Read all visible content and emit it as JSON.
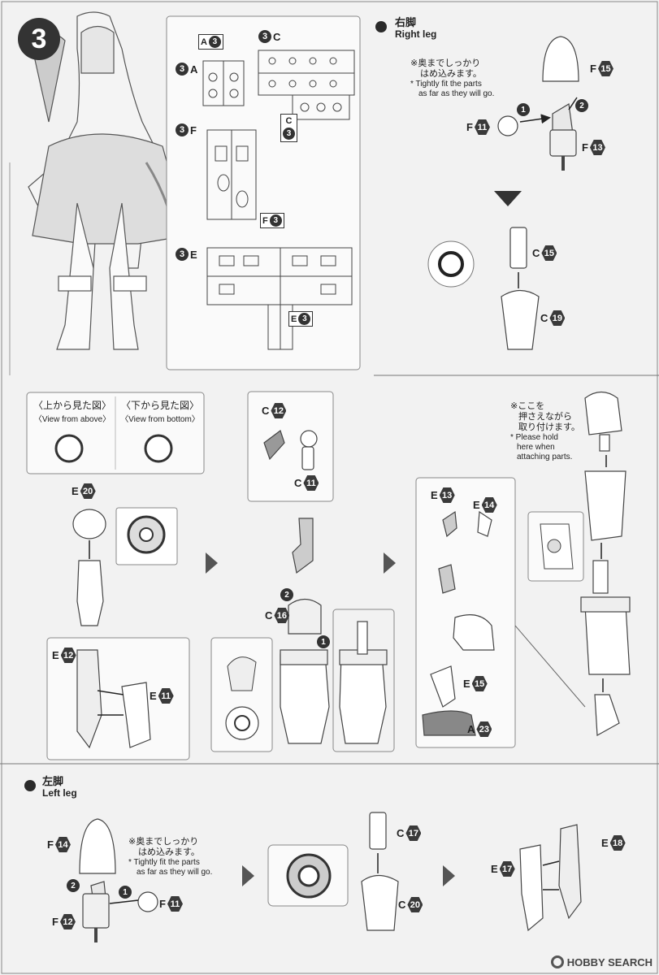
{
  "step_number": "3",
  "right_leg": {
    "title_jp": "右脚",
    "title_en": "Right leg"
  },
  "left_leg": {
    "title_jp": "左脚",
    "title_en": "Left leg"
  },
  "fit_note": {
    "jp_line1": "※奥までしっかり",
    "jp_line2": "はめ込みます。",
    "en_line1": "* Tightly fit the parts",
    "en_line2": "as far as they will go."
  },
  "hold_note": {
    "jp_line1": "※ここを",
    "jp_line2": "押さえながら",
    "jp_line3": "取り付けます。",
    "en_line1": "* Please hold",
    "en_line2": "here when",
    "en_line3": "attaching parts."
  },
  "view_above": {
    "jp": "〈上から見た図〉",
    "en": "〈View from above〉"
  },
  "view_bottom": {
    "jp": "〈下から見た図〉",
    "en": "〈View from bottom〉"
  },
  "runners": {
    "a": {
      "letter": "A",
      "num": "3"
    },
    "c": {
      "letter": "C",
      "num": "3"
    },
    "f": {
      "letter": "F",
      "num": "3"
    },
    "e": {
      "letter": "E",
      "num": "3"
    }
  },
  "runner_boxes": {
    "a": {
      "letter": "A",
      "num": "3"
    },
    "c": {
      "letter": "C",
      "num": "3"
    },
    "f": {
      "letter": "F",
      "num": "3"
    },
    "e": {
      "letter": "E",
      "num": "3"
    }
  },
  "parts": {
    "f15": {
      "letter": "F",
      "num": "15"
    },
    "f11a": {
      "letter": "F",
      "num": "11"
    },
    "f13": {
      "letter": "F",
      "num": "13"
    },
    "c15": {
      "letter": "C",
      "num": "15"
    },
    "c19": {
      "letter": "C",
      "num": "19"
    },
    "c12": {
      "letter": "C",
      "num": "12"
    },
    "c11": {
      "letter": "C",
      "num": "11"
    },
    "e20": {
      "letter": "E",
      "num": "20"
    },
    "c16": {
      "letter": "C",
      "num": "16"
    },
    "e12": {
      "letter": "E",
      "num": "12"
    },
    "e11": {
      "letter": "E",
      "num": "11"
    },
    "e13": {
      "letter": "E",
      "num": "13"
    },
    "e14": {
      "letter": "E",
      "num": "14"
    },
    "e15": {
      "letter": "E",
      "num": "15"
    },
    "a23": {
      "letter": "A",
      "num": "23"
    },
    "f14": {
      "letter": "F",
      "num": "14"
    },
    "f12": {
      "letter": "F",
      "num": "12"
    },
    "f11b": {
      "letter": "F",
      "num": "11"
    },
    "c17": {
      "letter": "C",
      "num": "17"
    },
    "c20": {
      "letter": "C",
      "num": "20"
    },
    "e18": {
      "letter": "E",
      "num": "18"
    },
    "e17": {
      "letter": "E",
      "num": "17"
    }
  },
  "order": {
    "one": "1",
    "two": "2"
  },
  "watermark": "HOBBY SEARCH"
}
